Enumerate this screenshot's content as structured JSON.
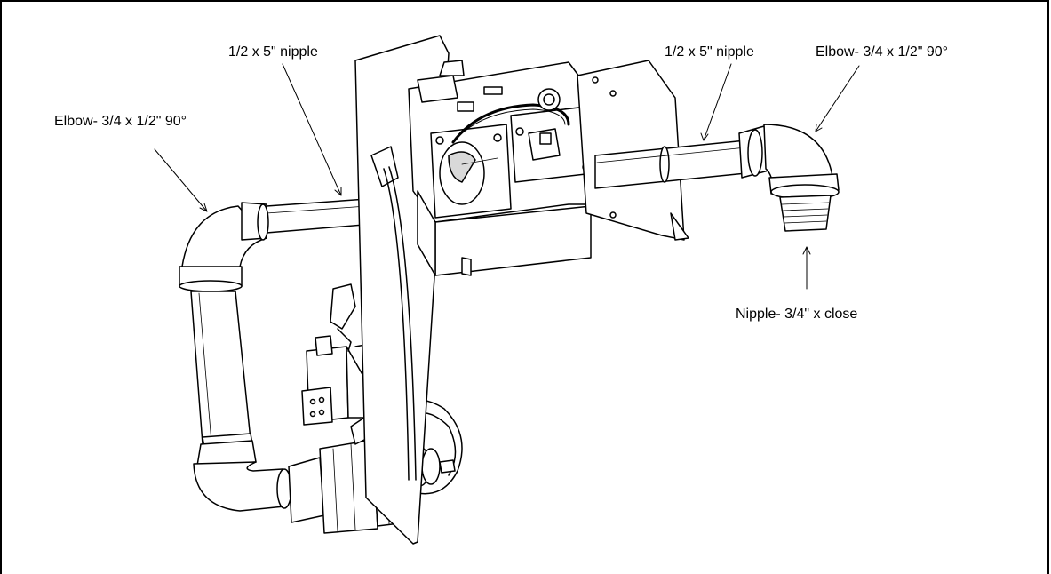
{
  "labels": {
    "elbow_left": "Elbow- 3/4 x 1/2\" 90°",
    "nipple_left": "1/2 x 5\" nipple",
    "nipple_right": "1/2 x 5\" nipple",
    "elbow_right": "Elbow- 3/4 x 1/2\" 90°",
    "nipple_close": "Nipple- 3/4\" x close"
  },
  "colors": {
    "line": "#000000",
    "fill": "#ffffff",
    "shade": "#d9d9d9"
  }
}
